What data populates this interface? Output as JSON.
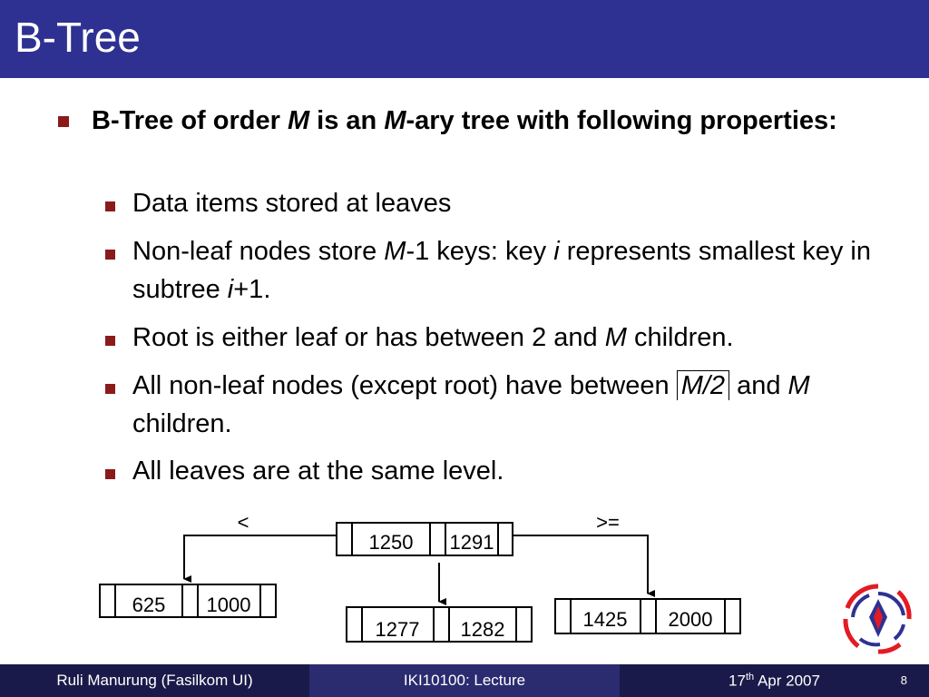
{
  "slide": {
    "title": "B-Tree",
    "main_bullet": {
      "part1": "B-Tree of order ",
      "M1": "M",
      "part2": " is an ",
      "M2": "M",
      "part3": "-ary tree with following properties:"
    },
    "sub_bullets": [
      {
        "text": "Data items stored at leaves"
      },
      {
        "part1": "Non-leaf nodes store ",
        "M": "M",
        "part2": "-1 keys: key ",
        "i1": "i",
        "part3": " represents smallest key in subtree ",
        "i2": "i",
        "part4": "+1."
      },
      {
        "part1": "Root is either leaf or has between 2 and ",
        "M": "M",
        "part2": " children."
      },
      {
        "part1": "All non-leaf nodes (except root) have between ",
        "ceil": "M/2",
        "part2": " and ",
        "M": "M",
        "part3": " children."
      },
      {
        "text": "All leaves are at the same level."
      }
    ],
    "tree": {
      "root": [
        "1250",
        "1291"
      ],
      "left_label": "<",
      "right_label": ">=",
      "leaf_left": [
        "625",
        "1000"
      ],
      "leaf_middle": [
        "1277",
        "1282"
      ],
      "leaf_right": [
        "1425",
        "2000"
      ]
    }
  },
  "footer": {
    "author": "Ruli Manurung (Fasilkom UI)",
    "course": "IKI10100: Lecture",
    "date_day": "17",
    "date_sup": "th",
    "date_rest": " Apr 2007",
    "page": "8"
  },
  "colors": {
    "title_bar": "#2e3192",
    "bullet": "#8b1a1a",
    "logo_red": "#e31b23",
    "logo_blue": "#2e3192"
  }
}
